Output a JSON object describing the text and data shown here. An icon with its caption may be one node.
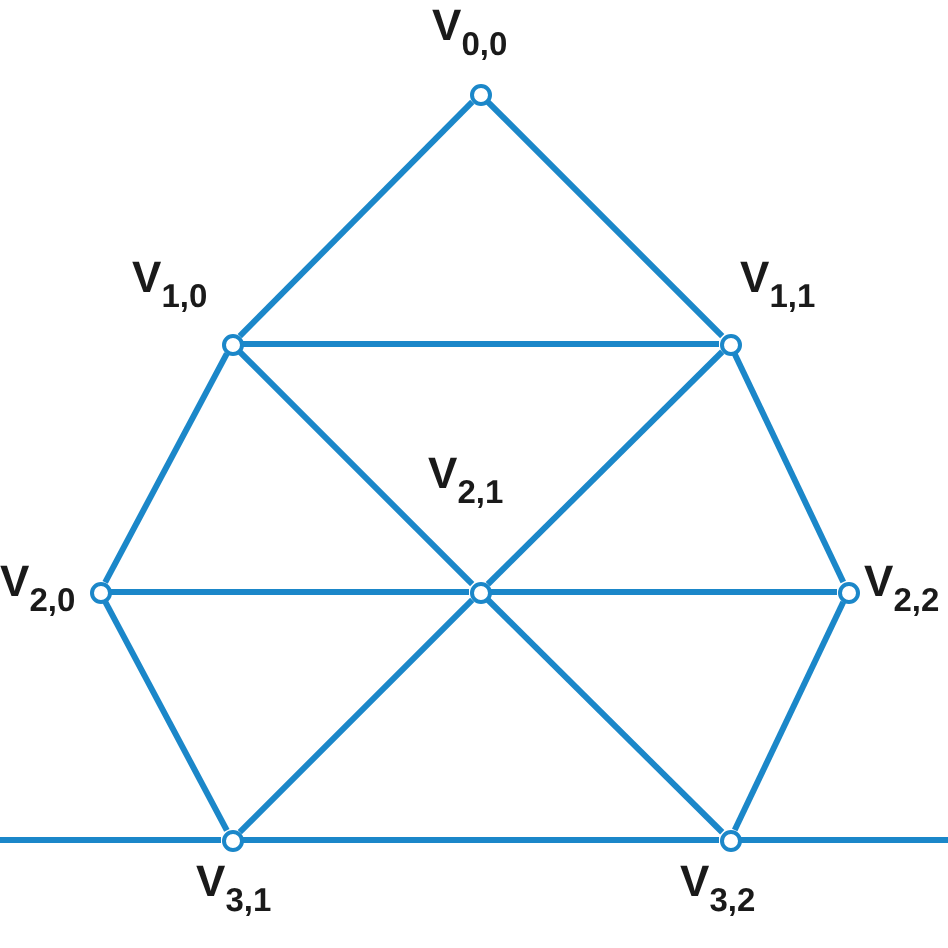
{
  "diagram": {
    "nodes": [
      {
        "text": [
          "V$_{0,0}$"
        ]
      },
      {
        "text": [
          "V$_{1,0}$"
        ]
      },
      {
        "text": [
          "V$_{1,1}$"
        ]
      },
      {
        "text": [
          "V$_{2,0}$"
        ]
      },
      {
        "text": [
          "V$_{2,1}$"
        ]
      },
      {
        "text": [
          "V$_{2,2}$"
        ]
      },
      {
        "text": [
          "V$_{3,1}$"
        ]
      },
      {
        "text": [
          "V$_{3,2}$"
        ]
      }
    ],
    "edges": [
      {
        "from": 0,
        "to": 1,
        "arrow": "none"
      },
      {
        "from": 0,
        "to": 2,
        "arrow": "none"
      },
      {
        "from": 1,
        "to": 2,
        "arrow": "none"
      },
      {
        "from": 1,
        "to": 3,
        "arrow": "none"
      },
      {
        "from": 1,
        "to": 4,
        "arrow": "none"
      },
      {
        "from": 2,
        "to": 4,
        "arrow": "none"
      },
      {
        "from": 2,
        "to": 5,
        "arrow": "none"
      },
      {
        "from": 3,
        "to": 4,
        "arrow": "none"
      },
      {
        "from": 4,
        "to": 5,
        "arrow": "none"
      },
      {
        "from": 3,
        "to": 6,
        "arrow": "none"
      },
      {
        "from": 4,
        "to": 6,
        "arrow": "none"
      },
      {
        "from": 4,
        "to": 7,
        "arrow": "none"
      },
      {
        "from": 5,
        "to": 7,
        "arrow": "none"
      },
      {
        "from": 6,
        "to": 7,
        "arrow": "none"
      },
      {
        "from": null,
        "to": 6,
        "arrow": "none"
      },
      {
        "from": 7,
        "to": null,
        "arrow": "none"
      }
    ]
  }
}
